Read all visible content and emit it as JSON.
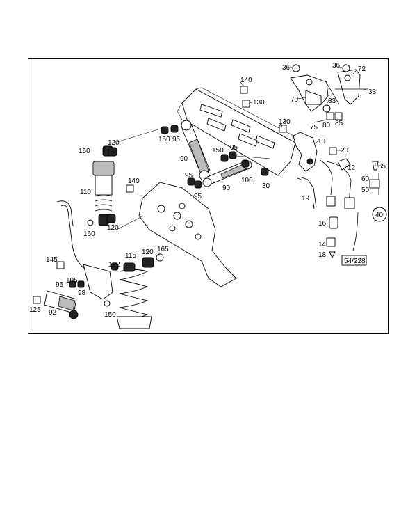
{
  "diagram": {
    "reference_box": "54/228",
    "circle_callout": "40",
    "callouts": [
      {
        "id": "36a",
        "text": "36"
      },
      {
        "id": "36b",
        "text": "36"
      },
      {
        "id": "72",
        "text": "72"
      },
      {
        "id": "33a",
        "text": "33"
      },
      {
        "id": "33b",
        "text": "33"
      },
      {
        "id": "70",
        "text": "70"
      },
      {
        "id": "75",
        "text": "75"
      },
      {
        "id": "80",
        "text": "80"
      },
      {
        "id": "85",
        "text": "85"
      },
      {
        "id": "140a",
        "text": "140"
      },
      {
        "id": "130a",
        "text": "130"
      },
      {
        "id": "130b",
        "text": "130"
      },
      {
        "id": "10",
        "text": "10"
      },
      {
        "id": "20",
        "text": "20"
      },
      {
        "id": "12",
        "text": "12"
      },
      {
        "id": "65",
        "text": "65"
      },
      {
        "id": "60",
        "text": "60"
      },
      {
        "id": "50",
        "text": "50"
      },
      {
        "id": "19",
        "text": "19"
      },
      {
        "id": "16",
        "text": "16"
      },
      {
        "id": "14",
        "text": "14"
      },
      {
        "id": "18",
        "text": "18"
      },
      {
        "id": "120a",
        "text": "120"
      },
      {
        "id": "150a",
        "text": "150"
      },
      {
        "id": "95a",
        "text": "95"
      },
      {
        "id": "90a",
        "text": "90"
      },
      {
        "id": "160a",
        "text": "160"
      },
      {
        "id": "150b",
        "text": "150"
      },
      {
        "id": "95b",
        "text": "95"
      },
      {
        "id": "95c",
        "text": "95"
      },
      {
        "id": "95d",
        "text": "95"
      },
      {
        "id": "100",
        "text": "100"
      },
      {
        "id": "30",
        "text": "30"
      },
      {
        "id": "90b",
        "text": "90"
      },
      {
        "id": "140b",
        "text": "140"
      },
      {
        "id": "110",
        "text": "110"
      },
      {
        "id": "120b",
        "text": "120"
      },
      {
        "id": "160b",
        "text": "160"
      },
      {
        "id": "115",
        "text": "115"
      },
      {
        "id": "120c",
        "text": "120"
      },
      {
        "id": "165",
        "text": "165"
      },
      {
        "id": "122",
        "text": "122"
      },
      {
        "id": "145",
        "text": "145"
      },
      {
        "id": "95e",
        "text": "95"
      },
      {
        "id": "105",
        "text": "105"
      },
      {
        "id": "98",
        "text": "98"
      },
      {
        "id": "125",
        "text": "125"
      },
      {
        "id": "92",
        "text": "92"
      },
      {
        "id": "150c",
        "text": "150"
      }
    ]
  }
}
